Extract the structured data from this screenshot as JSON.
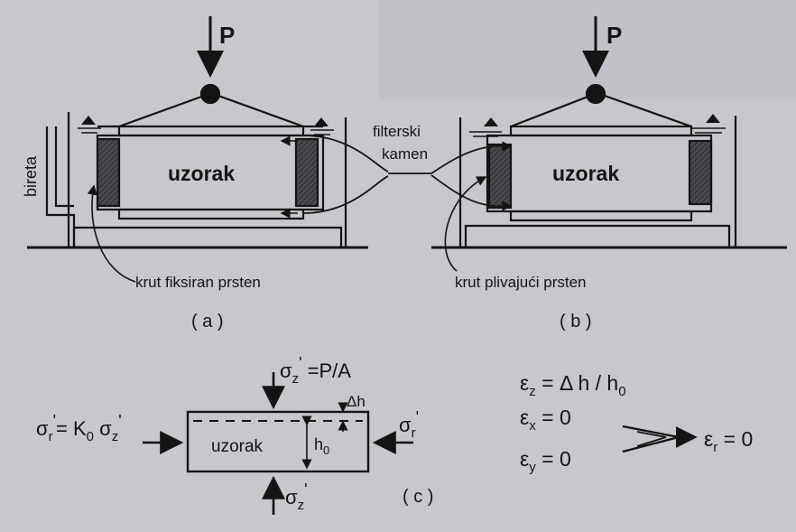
{
  "labels": {
    "load_left": "P",
    "load_right": "P",
    "bireta": "bireta",
    "sample_left": "uzorak",
    "sample_right": "uzorak",
    "filter_stone_1": "filterski",
    "filter_stone_2": "kamen",
    "ring_fixed": "krut fiksiran prsten",
    "ring_floating": "krut plivajući prsten",
    "panel_a": "( a )",
    "panel_b": "( b )",
    "panel_c": "( c )",
    "sample_c": "uzorak"
  },
  "formulas": {
    "sigma_z_top": "σz' =P/A",
    "sigma_r_left": "σr' = K0 σz'",
    "sigma_r_right": "σr'",
    "sigma_z_bottom": "σz'",
    "delta_h": "Δh",
    "h0": "h0",
    "eps_z": "εz = Δh / h0",
    "eps_x": "εx = 0",
    "eps_y": "εy = 0",
    "eps_r": "εr = 0"
  },
  "colors": {
    "ink": "#141414",
    "paper": "#c9c7cc",
    "ring_fill": "#4a4a4e",
    "water": "#b9b7bc"
  }
}
